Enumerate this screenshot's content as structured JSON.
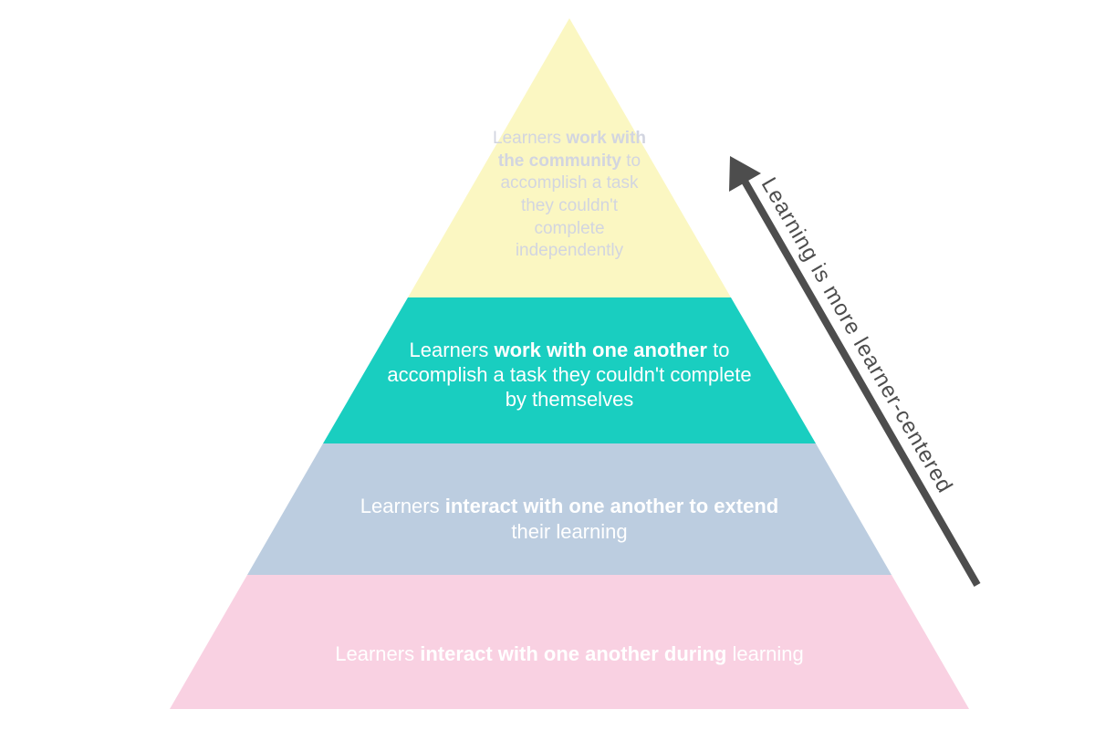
{
  "background": "#FFFFFF",
  "pyramid": {
    "levels": [
      {
        "id": "community",
        "color": "#FBF7C2",
        "text_color": "#D2D5E0",
        "pre": "Learners ",
        "bold": "work with the community",
        "post": " to accomplish a task they couldn't complete independently"
      },
      {
        "id": "work-with-one-another",
        "color": "#19CEC0",
        "text_color": "#FFFFFF",
        "pre": "Learners ",
        "bold": "work with one another",
        "post": " to accomplish a task they couldn't complete by themselves"
      },
      {
        "id": "interact-to-extend",
        "color": "#BCCDE0",
        "text_color": "#FFFFFF",
        "pre": "Learners ",
        "bold": "interact with one another to extend",
        "post": " their learning"
      },
      {
        "id": "interact-during",
        "color": "#F9D1E2",
        "text_color": "#FFFFFF",
        "pre": "Learners ",
        "bold": "interact with one another during",
        "post": " learning"
      }
    ]
  },
  "arrow": {
    "label": "Learning is more learner-centered",
    "color": "#4D4D4D"
  }
}
